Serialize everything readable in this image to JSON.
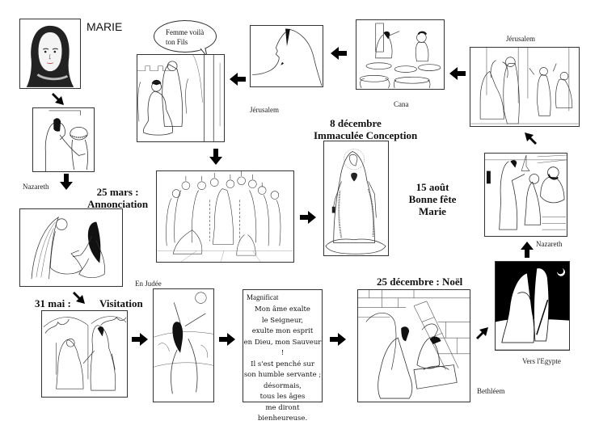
{
  "title": "MARIE",
  "speech_bubble": "Femme voilà ton Fils",
  "headings": {
    "annonciation": "25 mars :\nAnnonciation",
    "annonciation_line1": "25 mars :",
    "annonciation_line2": "Annonciation",
    "immaculee_line1": "8 décembre",
    "immaculee_line2": "Immaculée Conception",
    "assomption_line1": "15 août",
    "assomption_line2": "Bonne fête",
    "assomption_line3": "Marie",
    "visitation_date": "31 mai :",
    "visitation_name": "Visitation",
    "noel": "25 décembre :   Noël"
  },
  "place_labels": {
    "nazareth_left": "Nazareth",
    "jerusalem_top": "Jérusalem",
    "cana": "Cana",
    "jerusalem_right": "Jérusalem",
    "nazareth_right": "Nazareth",
    "vers_egypte": "Vers l'Egypte",
    "bethleem": "Bethléem",
    "en_judee": "En Judée"
  },
  "magnificat": {
    "title": "Magnificat",
    "text": "Mon âme exalte\nle Seigneur,\nexulte mon esprit\nen Dieu, mon Sauveur !\nIl s'est penché sur\nson humble servante ;\ndésormais,\ntous les âges\nme diront\nbienheureuse."
  },
  "scenes": [
    {
      "id": "portrait",
      "description": "Portrait de Marie voilée"
    },
    {
      "id": "nazareth-child",
      "description": "Marie enfant à Nazareth"
    },
    {
      "id": "annonciation",
      "description": "Ange et Marie agenouillée"
    },
    {
      "id": "visitation",
      "description": "Marie et Élisabeth"
    },
    {
      "id": "en-judee",
      "description": "Marie bras levés"
    },
    {
      "id": "noel",
      "description": "Nativité dans l'étable"
    },
    {
      "id": "egypte",
      "description": "Fuite en Égypte de nuit"
    },
    {
      "id": "nazareth-family",
      "description": "Sainte Famille à Nazareth"
    },
    {
      "id": "temple",
      "description": "Jésus au Temple de Jérusalem"
    },
    {
      "id": "cana",
      "description": "Noces de Cana, jarres"
    },
    {
      "id": "calvaire-profil",
      "description": "Profil de Marie en pleurs"
    },
    {
      "id": "croix",
      "description": "Marie et Jean au pied de la croix"
    },
    {
      "id": "pentecote",
      "description": "Pentecôte, apôtres avec flammes"
    },
    {
      "id": "immaculee",
      "description": "Vierge de la médaille miraculeuse"
    }
  ]
}
